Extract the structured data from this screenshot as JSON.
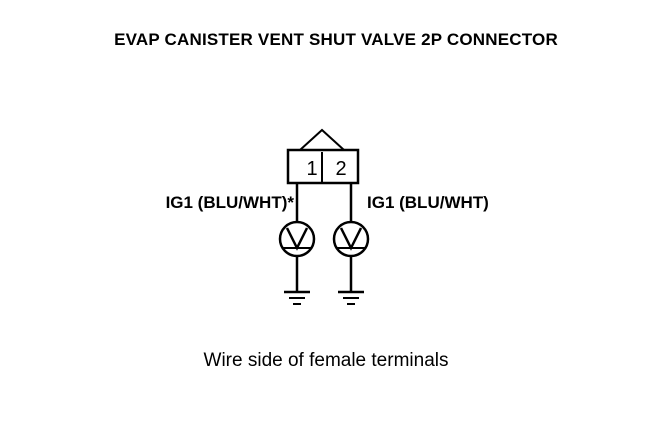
{
  "title": "EVAP CANISTER VENT SHUT VALVE 2P CONNECTOR",
  "connector": {
    "terminal_1": "1",
    "terminal_2": "2"
  },
  "wires": {
    "left_label": "IG1 (BLU/WHT)*",
    "right_label": "IG1 (BLU/WHT)"
  },
  "caption": "Wire side of female terminals"
}
